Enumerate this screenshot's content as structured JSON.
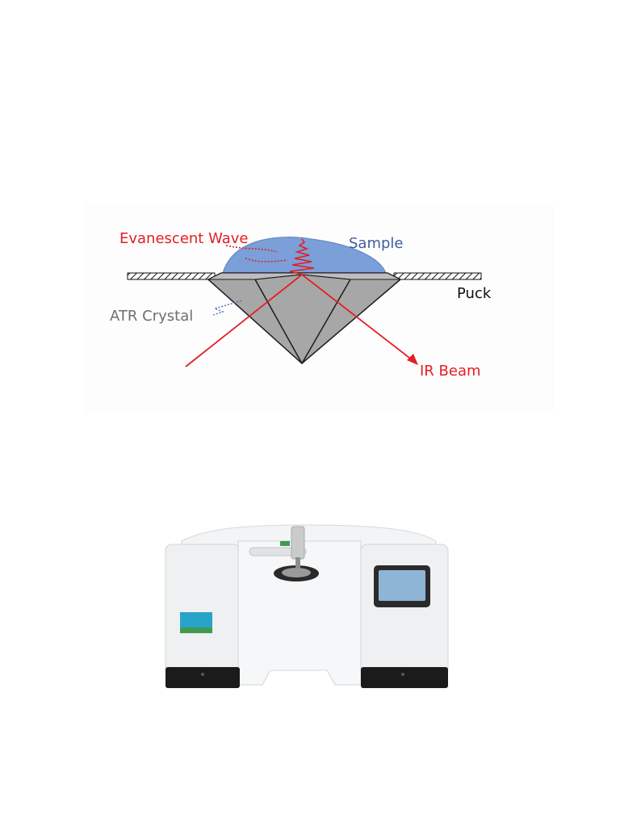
{
  "diagram": {
    "labels": {
      "evanescent_wave": "Evanescent Wave",
      "sample": "Sample",
      "puck": "Puck",
      "atr_crystal": "ATR Crystal",
      "ir_beam": "IR Beam"
    },
    "colors": {
      "beam": "#e31e24",
      "sample": "#7b9fd8",
      "crystal": "#a7a7a7",
      "crystal_outline": "#1c1c1c",
      "label_red": "#e31e24",
      "label_blue": "#3d5fa0",
      "label_gray": "#6f6f6f",
      "label_black": "#111111"
    }
  },
  "instrument": {
    "icon": "ftir-spectrometer-icon",
    "colors": {
      "body": "#eef0f1",
      "base": "#1b1b1b",
      "screen": "#8fb5d6",
      "badge": "#2aa3c9",
      "badge_stripe": "#3e9b4f"
    }
  }
}
